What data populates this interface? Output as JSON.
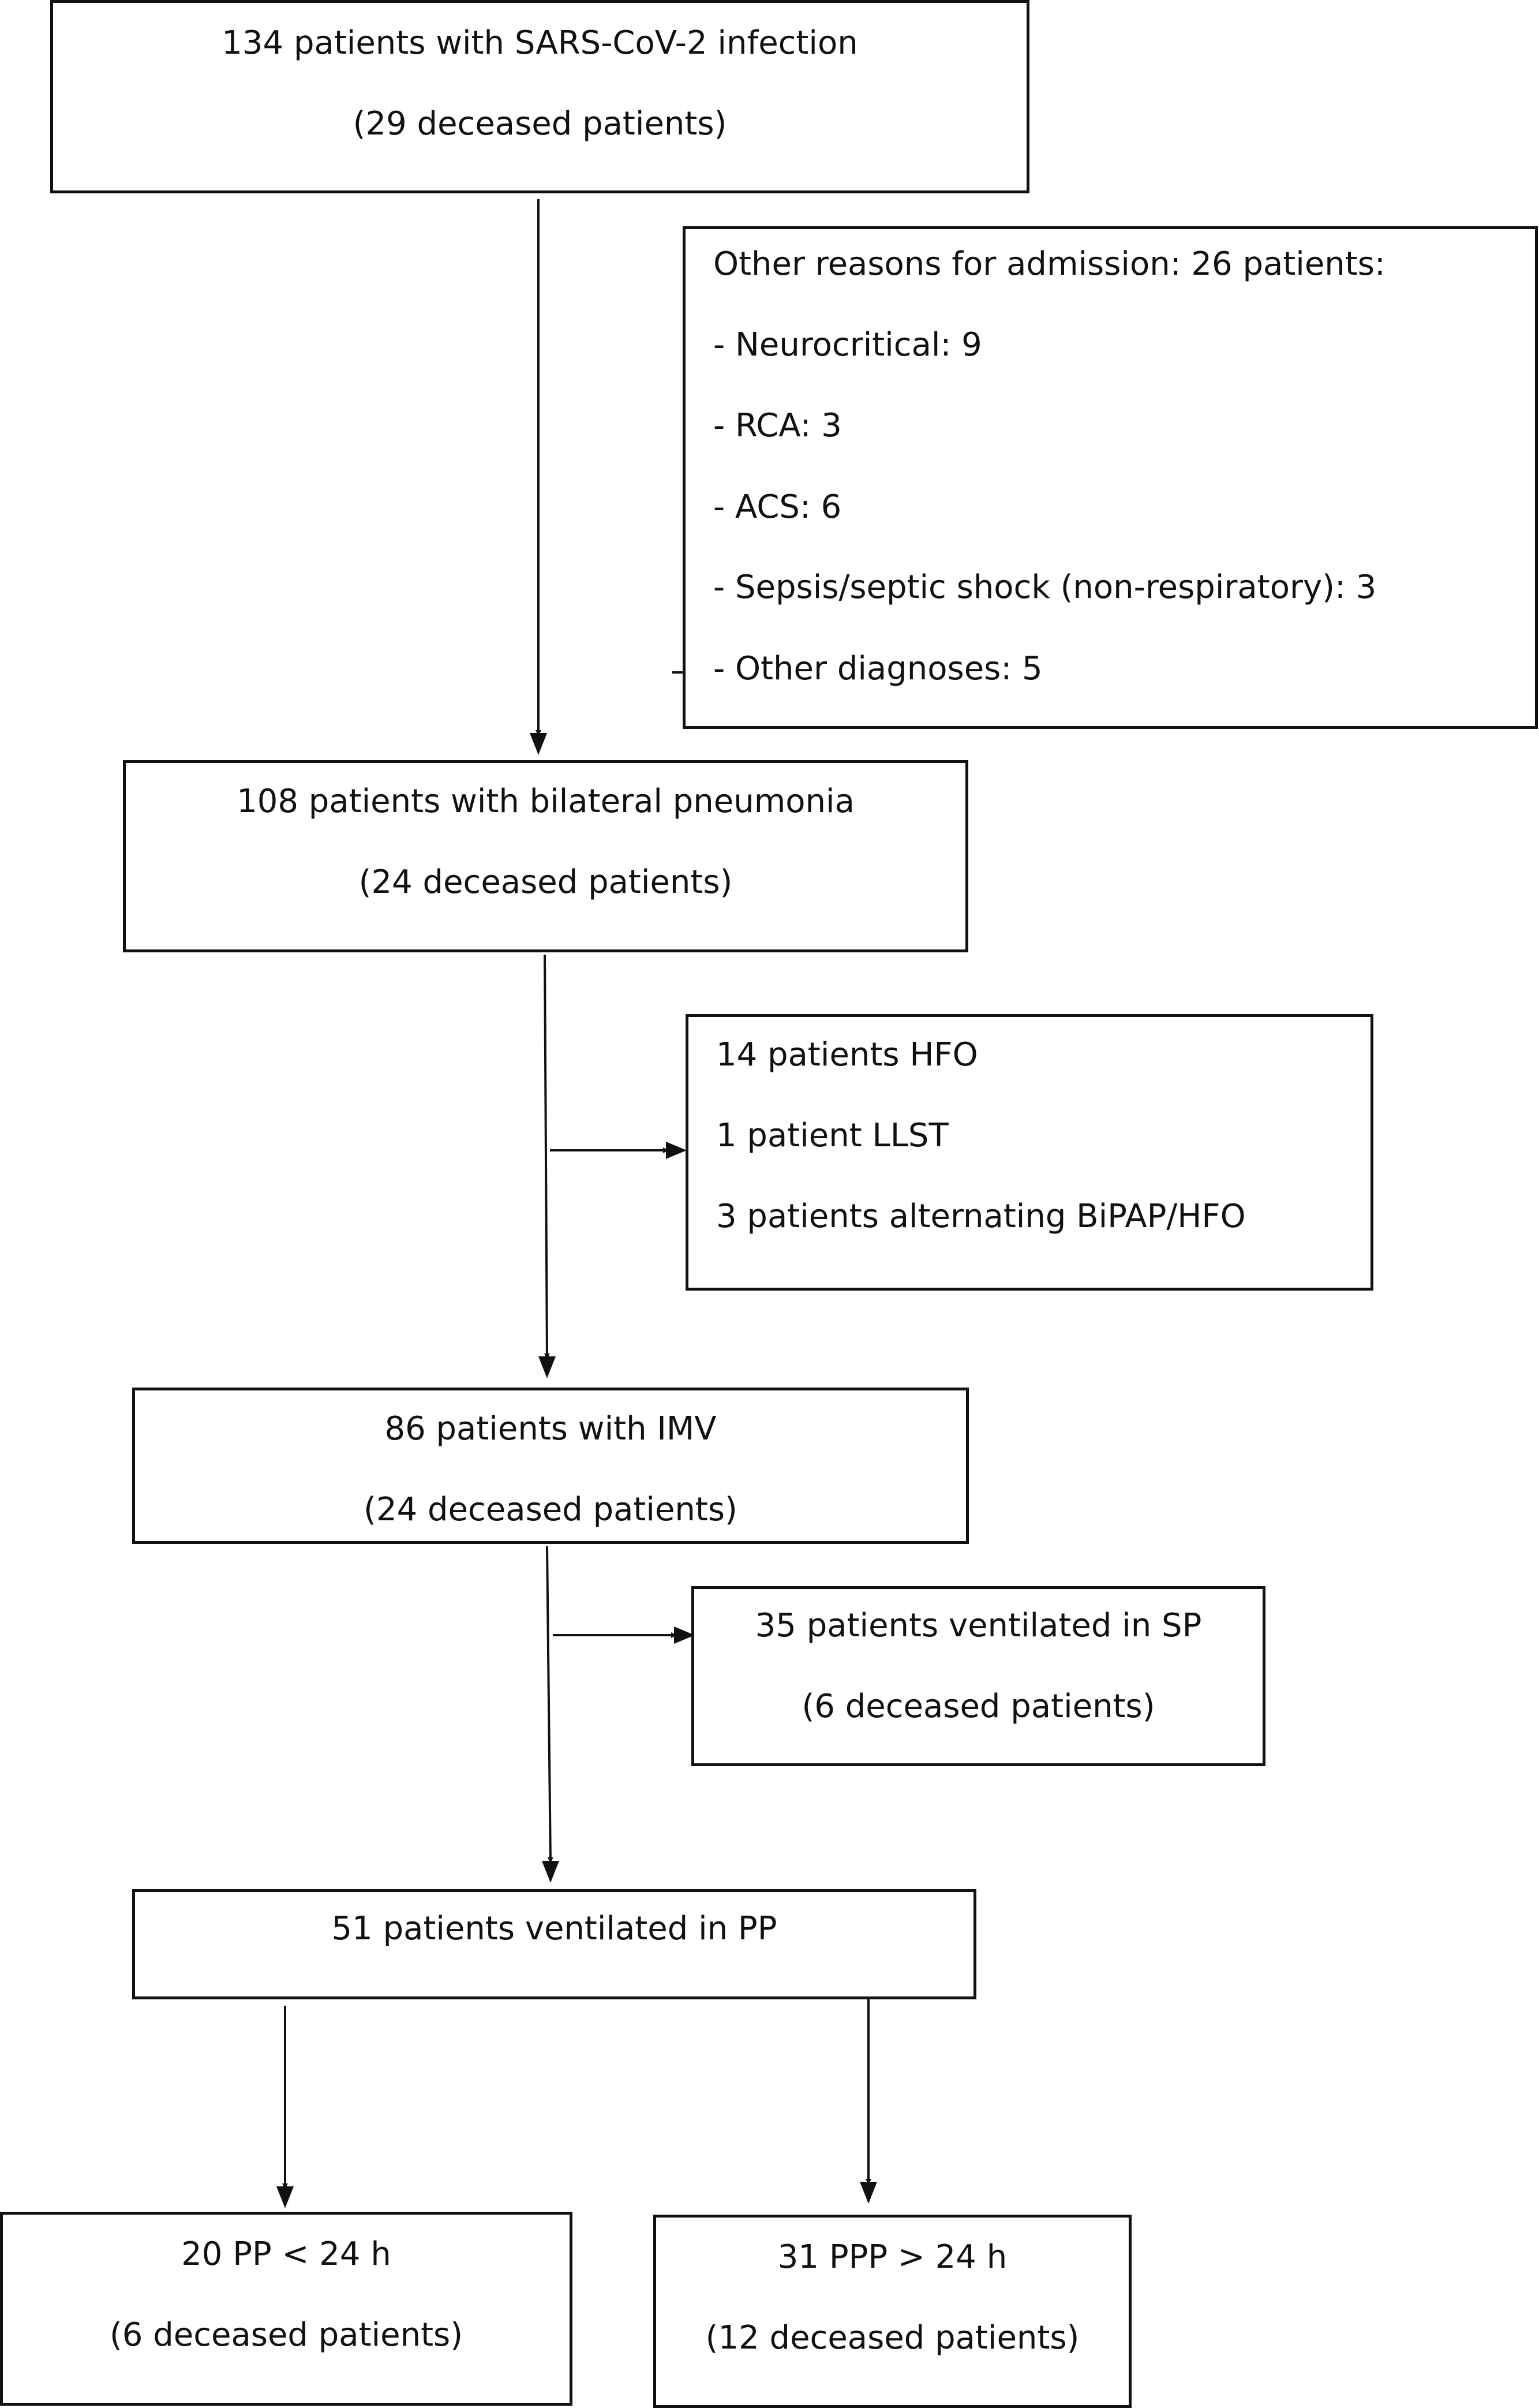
{
  "flowchart": {
    "total": {
      "line1": "134 patients with SARS-CoV-2 infection",
      "line2": "(29 deceased patients)"
    },
    "excluded": {
      "line1": "Other reasons for admission: 26 patients:",
      "line2": "- Neurocritical: 9",
      "line3": "- RCA: 3",
      "line4": "- ACS: 6",
      "line5": "- Sepsis/septic shock (non-respiratory): 3",
      "line6": "- Other diagnoses: 5"
    },
    "pneumonia": {
      "line1": "108 patients with bilateral pneumonia",
      "line2": "(24 deceased patients)"
    },
    "noninvasive": {
      "line1": "14 patients HFO",
      "line2": "1 patient LLST",
      "line3": "3 patients alternating BiPAP/HFO"
    },
    "imv": {
      "line1": "86 patients with IMV",
      "line2": "(24 deceased patients)"
    },
    "supine": {
      "line1": "35 patients ventilated in SP",
      "line2": "(6 deceased patients)"
    },
    "prone": {
      "line1": "51 patients ventilated in PP"
    },
    "short_prone": {
      "line1": "20 PP < 24 h",
      "line2": "(6 deceased patients)"
    },
    "long_prone": {
      "line1": "31 PPP > 24 h",
      "line2": "(12 deceased patients)"
    }
  }
}
